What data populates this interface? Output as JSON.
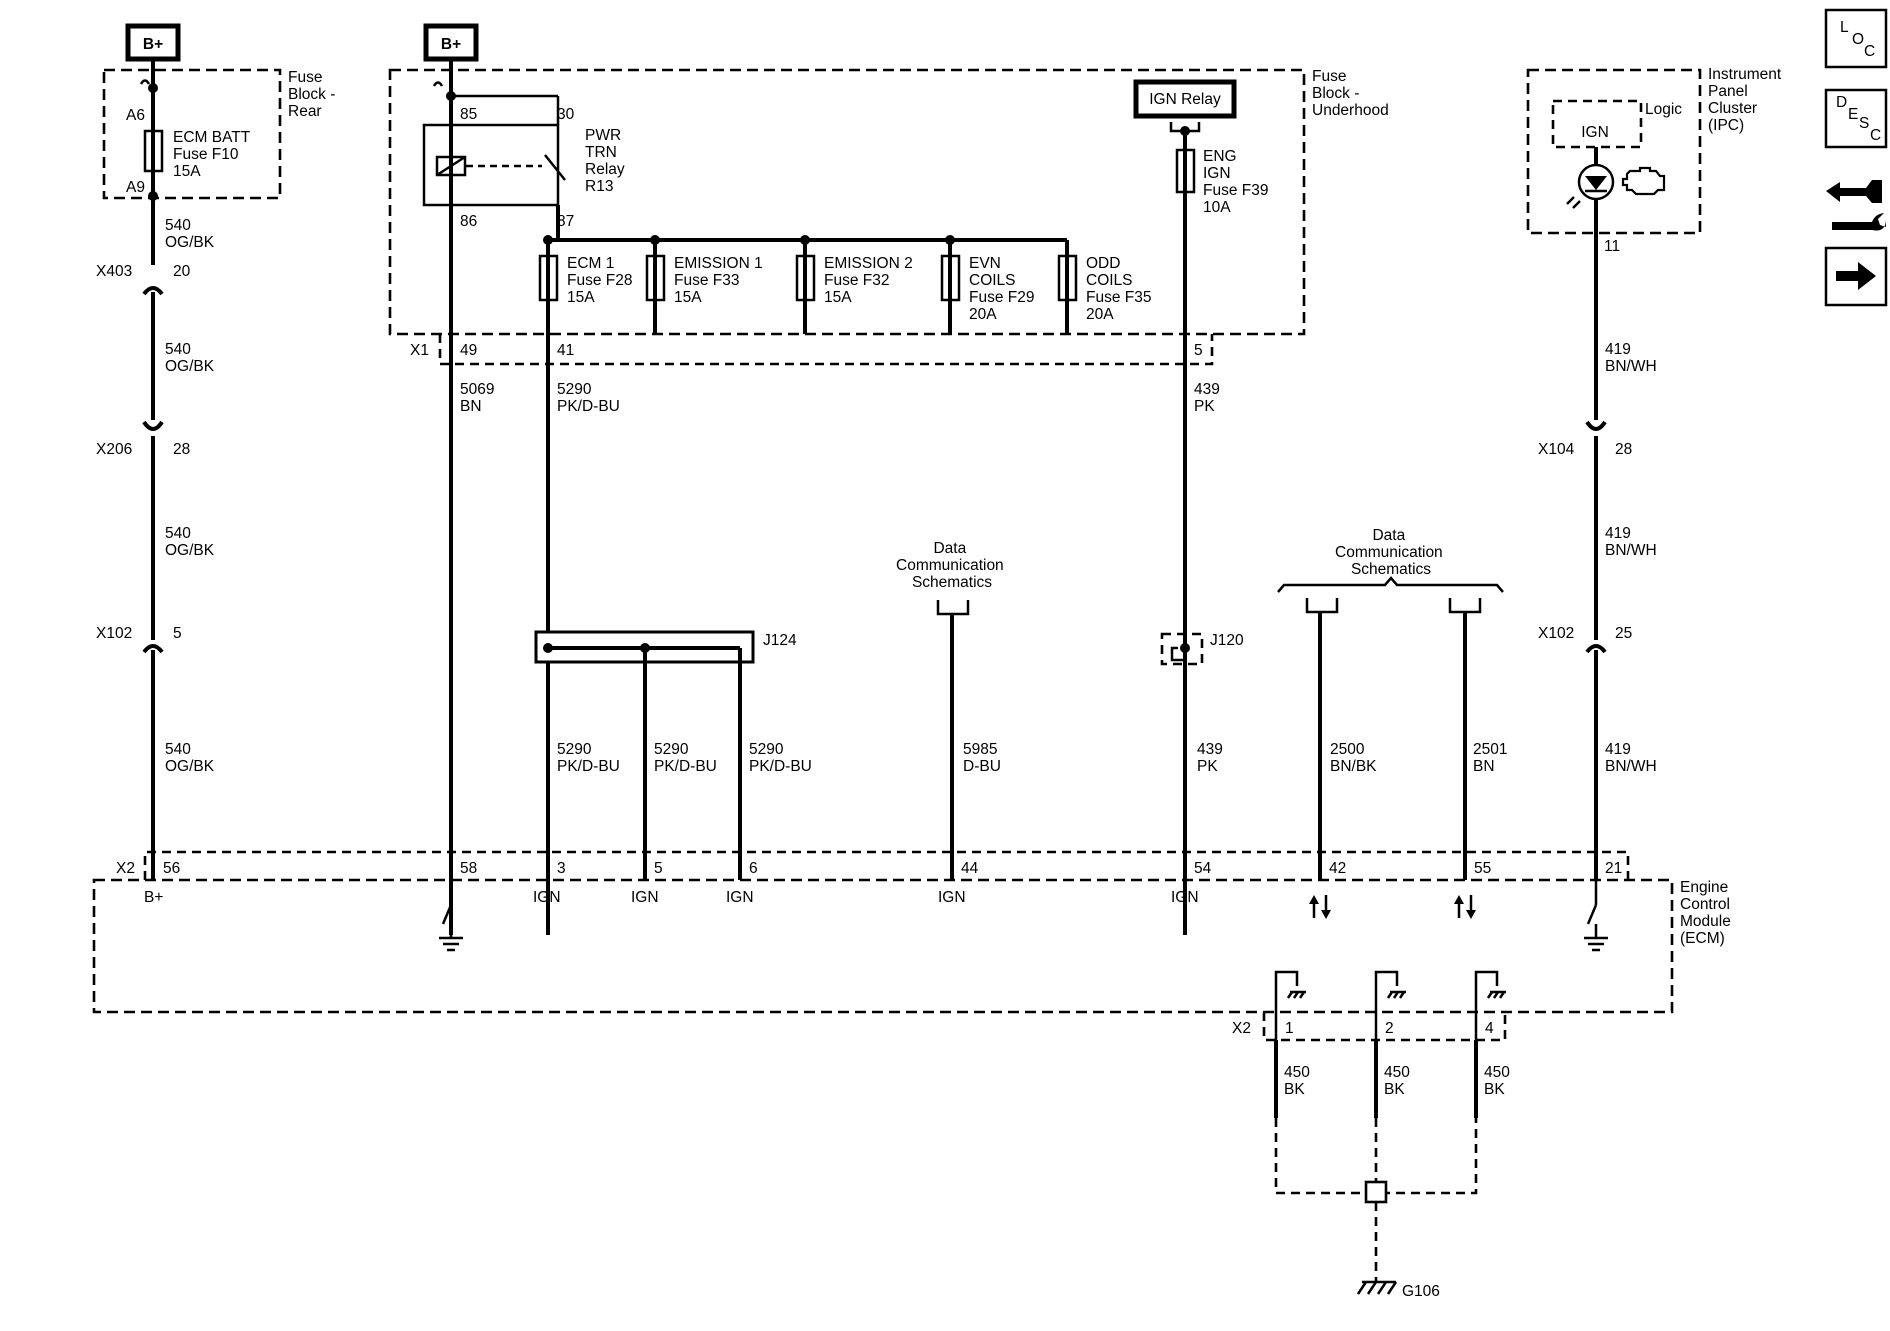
{
  "labels": {
    "bplus_left": "B+",
    "bplus_mid": "B+",
    "fuse_block_rear": [
      "Fuse",
      "Block -",
      "Rear"
    ],
    "fuse_block_underhood": [
      "Fuse",
      "Block -",
      "Underhood"
    ],
    "ign_relay": "IGN Relay",
    "ipc": [
      "Instrument",
      "Panel",
      "Cluster",
      "(IPC)"
    ],
    "ipc_logic": "Logic",
    "ipc_ign": "IGN",
    "ecm": [
      "Engine",
      "Control",
      "Module",
      "(ECM)"
    ],
    "data_comm_left": [
      "Data",
      "Communication",
      "Schematics"
    ],
    "data_comm_right": [
      "Data",
      "Communication",
      "Schematics"
    ],
    "ground": "G106",
    "j124": "J124",
    "j120": "J120",
    "x1": "X1",
    "x2_top": "X2",
    "x2_bottom": "X2"
  },
  "fuses": {
    "f10": [
      "ECM BATT",
      "Fuse F10",
      "15A"
    ],
    "f10_pins": [
      "A6",
      "A9"
    ],
    "relay": [
      "PWR",
      "TRN",
      "Relay",
      "R13"
    ],
    "relay_pins": [
      "85",
      "30",
      "86",
      "87"
    ],
    "f28": [
      "ECM 1",
      "Fuse F28",
      "15A"
    ],
    "f33": [
      "EMISSION 1",
      "Fuse F33",
      "15A"
    ],
    "f32": [
      "EMISSION 2",
      "Fuse F32",
      "15A"
    ],
    "f29": [
      "EVN",
      "COILS",
      "Fuse F29",
      "20A"
    ],
    "f35": [
      "ODD",
      "COILS",
      "Fuse F35",
      "20A"
    ],
    "f39": [
      "ENG",
      "IGN",
      "Fuse F39",
      "10A"
    ]
  },
  "connectors": {
    "x403": {
      "name": "X403",
      "pin": "20"
    },
    "x206": {
      "name": "X206",
      "pin": "28"
    },
    "x102_left": {
      "name": "X102",
      "pin": "5"
    },
    "x104": {
      "name": "X104",
      "pin": "28"
    },
    "x102_right": {
      "name": "X102",
      "pin": "25"
    }
  },
  "pins": {
    "x1_49": "49",
    "x1_41": "41",
    "x1_5": "5",
    "ipc_11": "11",
    "ecm_56": "56",
    "ecm_58": "58",
    "ecm_3": "3",
    "ecm_5": "5",
    "ecm_6": "6",
    "ecm_44": "44",
    "ecm_54": "54",
    "ecm_42": "42",
    "ecm_55": "55",
    "ecm_21": "21",
    "gnd_1": "1",
    "gnd_2": "2",
    "gnd_4": "4"
  },
  "ecm_functions": {
    "bplus": "B+",
    "ign_3": "IGN",
    "ign_5": "IGN",
    "ign_6": "IGN",
    "ign_44": "IGN",
    "ign_54": "IGN"
  },
  "wires": {
    "w540_a": [
      "540",
      "OG/BK"
    ],
    "w540_b": [
      "540",
      "OG/BK"
    ],
    "w540_c": [
      "540",
      "OG/BK"
    ],
    "w540_d": [
      "540",
      "OG/BK"
    ],
    "w5069": [
      "5069",
      "BN"
    ],
    "w5290_top": [
      "5290",
      "PK/D-BU"
    ],
    "w5290_3": [
      "5290",
      "PK/D-BU"
    ],
    "w5290_5": [
      "5290",
      "PK/D-BU"
    ],
    "w5290_6": [
      "5290",
      "PK/D-BU"
    ],
    "w5985": [
      "5985",
      "D-BU"
    ],
    "w439_top": [
      "439",
      "PK"
    ],
    "w439_bottom": [
      "439",
      "PK"
    ],
    "w2500": [
      "2500",
      "BN/BK"
    ],
    "w2501": [
      "2501",
      "BN"
    ],
    "w419_a": [
      "419",
      "BN/WH"
    ],
    "w419_b": [
      "419",
      "BN/WH"
    ],
    "w419_c": [
      "419",
      "BN/WH"
    ],
    "w450_1": [
      "450",
      "BK"
    ],
    "w450_2": [
      "450",
      "BK"
    ],
    "w450_4": [
      "450",
      "BK"
    ]
  },
  "nav": {
    "loc": [
      "L",
      "O",
      "C"
    ],
    "desc": [
      "D",
      "E",
      "S",
      "C"
    ]
  }
}
